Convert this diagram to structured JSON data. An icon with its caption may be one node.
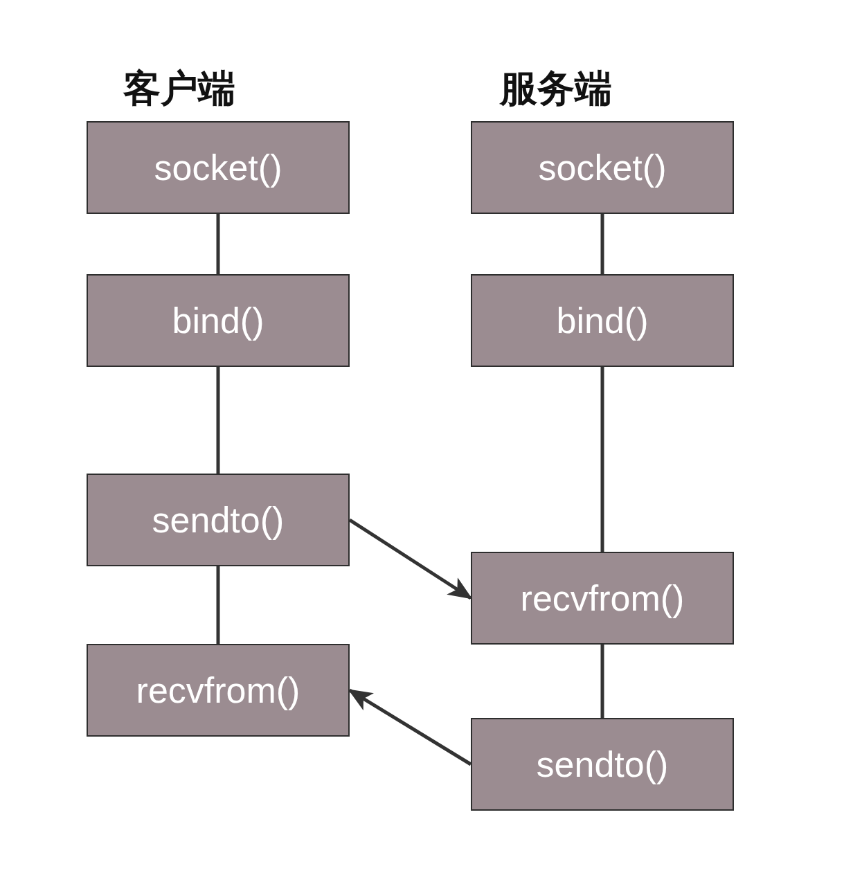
{
  "diagram": {
    "nodes": [
      {
        "text": [
          "socket()"
        ]
      },
      {
        "text": [
          "bind()"
        ]
      },
      {
        "text": [
          "sendto()"
        ]
      },
      {
        "text": [
          "recvfrom()"
        ]
      },
      {
        "text": [
          "socket()"
        ]
      },
      {
        "text": [
          "bind()"
        ]
      },
      {
        "text": [
          "recvfrom()"
        ]
      },
      {
        "text": [
          "sendto()"
        ]
      }
    ],
    "edges": [
      {
        "from": 0,
        "to": 1,
        "arrow": "none"
      },
      {
        "from": 1,
        "to": 2,
        "arrow": "none"
      },
      {
        "from": 2,
        "to": 3,
        "arrow": "none"
      },
      {
        "from": 4,
        "to": 5,
        "arrow": "none"
      },
      {
        "from": 5,
        "to": 6,
        "arrow": "none"
      },
      {
        "from": 6,
        "to": 7,
        "arrow": "none"
      },
      {
        "from": 2,
        "to": 6,
        "arrow": "to"
      },
      {
        "from": 7,
        "to": 3,
        "arrow": "to"
      }
    ],
    "labels": [
      "客户端",
      "服务端"
    ]
  }
}
